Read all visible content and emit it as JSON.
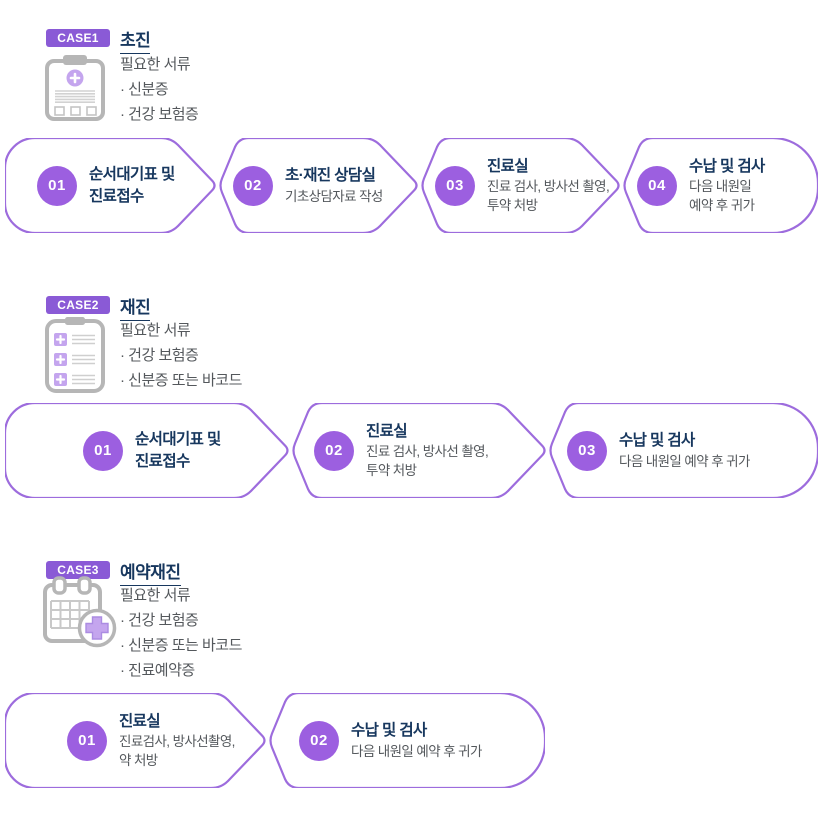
{
  "page": {
    "background": "#ffffff"
  },
  "colors": {
    "badge_purple": "#8a5ad6",
    "step_circle_purple": "#9c5fe0",
    "flow_border_purple": "#9d6cdd",
    "title_navy": "#17375e",
    "body_gray": "#54585c",
    "icon_gray": "#b6b6b6",
    "icon_purple_light": "#c4a5ee"
  },
  "cases": [
    {
      "badge": "CASE1",
      "title": "초진",
      "icon": "clipboard-medical-icon",
      "docs_label": "필요한 서류",
      "docs": [
        "신분증",
        "건강 보험증"
      ],
      "steps": [
        {
          "num": "01",
          "title_lines": [
            "순서대기표 및",
            "진료접수"
          ],
          "desc_lines": []
        },
        {
          "num": "02",
          "title_lines": [
            "초·재진 상담실"
          ],
          "desc_lines": [
            "기초상담자료 작성"
          ]
        },
        {
          "num": "03",
          "title_lines": [
            "진료실"
          ],
          "desc_lines": [
            "진료 검사, 방사선 촬영,",
            "투약 처방"
          ]
        },
        {
          "num": "04",
          "title_lines": [
            "수납 및 검사"
          ],
          "desc_lines": [
            "다음 내원일",
            "예약 후 귀가"
          ]
        }
      ]
    },
    {
      "badge": "CASE2",
      "title": "재진",
      "icon": "clipboard-list-icon",
      "docs_label": "필요한 서류",
      "docs": [
        "건강 보험증",
        "신분증 또는 바코드"
      ],
      "steps": [
        {
          "num": "01",
          "title_lines": [
            "순서대기표 및",
            "진료접수"
          ],
          "desc_lines": []
        },
        {
          "num": "02",
          "title_lines": [
            "진료실"
          ],
          "desc_lines": [
            "진료 검사, 방사선 촬영,",
            "투약 처방"
          ]
        },
        {
          "num": "03",
          "title_lines": [
            "수납 및 검사"
          ],
          "desc_lines": [
            "다음 내원일 예약 후 귀가"
          ]
        }
      ]
    },
    {
      "badge": "CASE3",
      "title": "예약재진",
      "icon": "calendar-plus-icon",
      "docs_label": "필요한 서류",
      "docs": [
        "건강 보험증",
        "신분증 또는 바코드",
        "진료예약증"
      ],
      "steps": [
        {
          "num": "01",
          "title_lines": [
            "진료실"
          ],
          "desc_lines": [
            "진료검사, 방사선촬영,",
            "약 처방"
          ]
        },
        {
          "num": "02",
          "title_lines": [
            "수납 및 검사"
          ],
          "desc_lines": [
            "다음 내원일 예약 후 귀가"
          ]
        }
      ]
    }
  ]
}
